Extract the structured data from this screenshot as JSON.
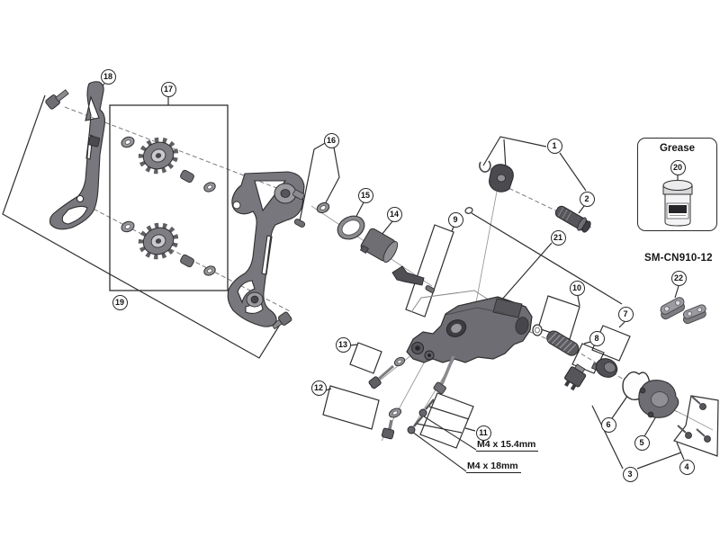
{
  "callouts": [
    "1",
    "2",
    "3",
    "4",
    "5",
    "6",
    "7",
    "8",
    "9",
    "10",
    "11",
    "12",
    "13",
    "14",
    "15",
    "16",
    "17",
    "18",
    "19",
    "20",
    "21",
    "22"
  ],
  "labels": {
    "grease_title": "Grease",
    "chain_model": "SM-CN910-12",
    "m4_15_4": "M4 x 15.4mm",
    "m4_18": "M4 x 18mm"
  },
  "colors": {
    "background": "#ffffff",
    "line": "#2f2f2f",
    "thin_line": "#9a9a9a",
    "part_dark": "#4f4f54",
    "part_mid": "#6e6e73",
    "part_light": "#8f8f94",
    "callout_border": "#2a2a2a"
  }
}
